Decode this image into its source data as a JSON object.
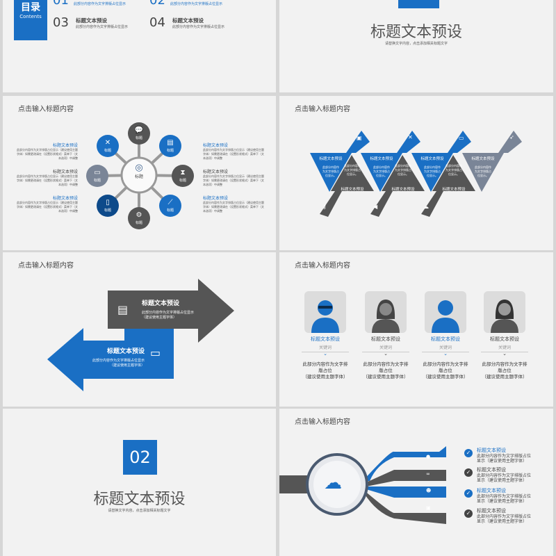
{
  "colors": {
    "blue": "#1a6fc4",
    "dark_blue": "#0d4a8a",
    "gray": "#555555",
    "slate": "#7a8597",
    "bg": "#f2f2f2"
  },
  "slide_toc": {
    "title": "目录",
    "subtitle": "Contents",
    "items": [
      {
        "num": "01",
        "title": "",
        "desc": "此部分内容作为文字排版占位显示"
      },
      {
        "num": "02",
        "title": "",
        "desc": "此部分内容作为文字排版占位显示"
      },
      {
        "num": "03",
        "title": "标题文本预设",
        "desc": "此部分内容作为文字排版占位显示"
      },
      {
        "num": "04",
        "title": "标题文本预设",
        "desc": "此部分内容作为文字排版占位显示"
      }
    ]
  },
  "slide_section1": {
    "title": "标题文本预设",
    "subtitle": "请替换文字内容，点击添加相关标题文字"
  },
  "slide_flower": {
    "heading": "点击输入标题内容",
    "center_label": "标题",
    "petal_label": "标题",
    "items": [
      {
        "title": "标题文本预设",
        "desc": "此部分内容作为文字排版占位显示（建议使用主题字体）如需更改请在（设置形状格式）菜单下（文本选项）中调整"
      },
      {
        "title": "标题文本预设",
        "desc": "此部分内容作为文字排版占位显示（建议使用主题字体）如需更改请在（设置形状格式）菜单下（文本选项）中调整"
      },
      {
        "title": "标题文本预设",
        "desc": "此部分内容作为文字排版占位显示（建议使用主题字体）如需更改请在（设置形状格式）菜单下（文本选项）中调整"
      },
      {
        "title": "标题文本预设",
        "desc": "此部分内容作为文字排版占位显示（建议使用主题字体）如需更改请在（设置形状格式）菜单下（文本选项）中调整"
      },
      {
        "title": "标题文本预设",
        "desc": "此部分内容作为文字排版占位显示（建议使用主题字体）如需更改请在（设置形状格式）菜单下（文本选项）中调整"
      },
      {
        "title": "标题文本预设",
        "desc": "此部分内容作为文字排版占位显示（建议使用主题字体）如需更改请在（设置形状格式）菜单下（文本选项）中调整"
      }
    ]
  },
  "slide_triangles": {
    "heading": "点击输入标题内容",
    "label": "标题文本预设",
    "desc": "此部分内容作为文字排版占位显示。"
  },
  "slide_arrows": {
    "heading": "点击输入标题内容",
    "items": [
      {
        "title": "标题文本预设",
        "desc1": "此部分内容作为文字排版占位显示",
        "desc2": "（建议使用主题字体）"
      },
      {
        "title": "标题文本预设",
        "desc1": "此部分内容作为文字排版占位显示",
        "desc2": "（建议使用主题字体）"
      }
    ]
  },
  "slide_people": {
    "heading": "点击输入标题内容",
    "items": [
      {
        "title": "标题文本预设",
        "keyword": "关键词",
        "desc1": "此部分内容作为文字排",
        "desc2": "版占位",
        "desc3": "（建议使用主题字体）"
      },
      {
        "title": "标题文本预设",
        "keyword": "关键词",
        "desc1": "此部分内容作为文字排",
        "desc2": "版占位",
        "desc3": "（建议使用主题字体）"
      },
      {
        "title": "标题文本预设",
        "keyword": "关键词",
        "desc1": "此部分内容作为文字排",
        "desc2": "版占位",
        "desc3": "（建议使用主题字体）"
      },
      {
        "title": "标题文本预设",
        "keyword": "关键词",
        "desc1": "此部分内容作为文字排",
        "desc2": "版占位",
        "desc3": "（建议使用主题字体）"
      }
    ]
  },
  "slide_section2": {
    "num": "02",
    "title": "标题文本预设",
    "subtitle": "请替换文字内容，点击添加相关标题文字"
  },
  "slide_checklist": {
    "heading": "点击输入标题内容",
    "items": [
      {
        "title": "标题文本预设",
        "desc1": "此部分内容作为文字排版占位",
        "desc2": "显示（建议使用主题字体）"
      },
      {
        "title": "标题文本预设",
        "desc1": "此部分内容作为文字排版占位",
        "desc2": "显示（建议使用主题字体）"
      },
      {
        "title": "标题文本预设",
        "desc1": "此部分内容作为文字排版占位",
        "desc2": "显示（建议使用主题字体）"
      },
      {
        "title": "标题文本预设",
        "desc1": "此部分内容作为文字排版占位",
        "desc2": "显示（建议使用主题字体）"
      }
    ]
  }
}
